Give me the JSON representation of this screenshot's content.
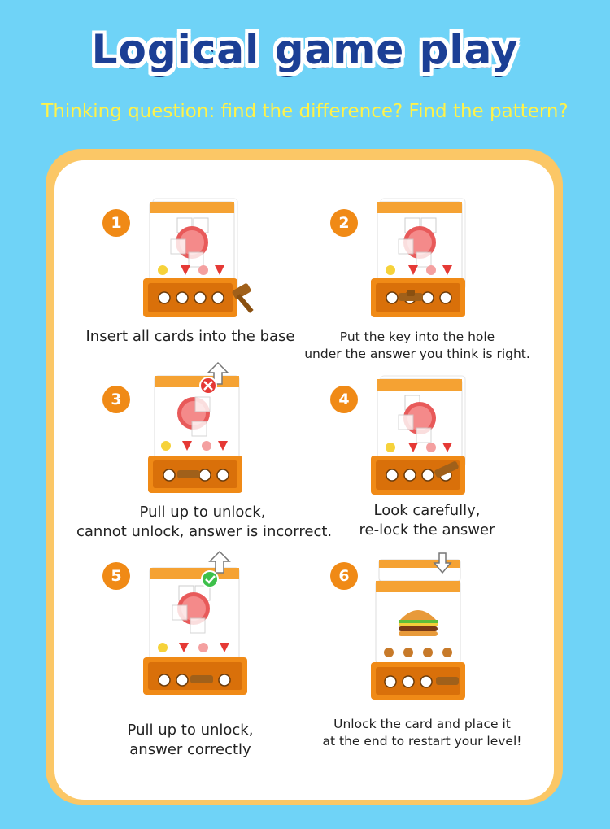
{
  "header": {
    "title": "Logical game play",
    "subtitle": "Thinking question: find the difference? Find the pattern?"
  },
  "colors": {
    "background": "#6fd3f7",
    "title": "#1c3f95",
    "subtitle": "#fff24a",
    "frame": "#fbc766",
    "accent_orange": "#f08a16"
  },
  "steps": [
    {
      "number": "1",
      "caption_lines": [
        "Insert all cards into the base"
      ],
      "icon": "hammer-key-icon"
    },
    {
      "number": "2",
      "caption_lines": [
        "Put the key into the hole",
        "under the answer you think is right."
      ],
      "icon": "key-in-hole-icon"
    },
    {
      "number": "3",
      "caption_lines": [
        "Pull up to unlock,",
        "cannot unlock, answer is incorrect."
      ],
      "icon": "cross-icon"
    },
    {
      "number": "4",
      "caption_lines": [
        "Look carefully,",
        "re-lock the answer"
      ],
      "icon": "key-in-hole-icon"
    },
    {
      "number": "5",
      "caption_lines": [
        "Pull up to unlock,",
        "answer correctly"
      ],
      "icon": "check-icon"
    },
    {
      "number": "6",
      "caption_lines": [
        "Unlock the card and place it",
        "at the end to restart your level!"
      ],
      "icon": "burger-icon"
    }
  ]
}
